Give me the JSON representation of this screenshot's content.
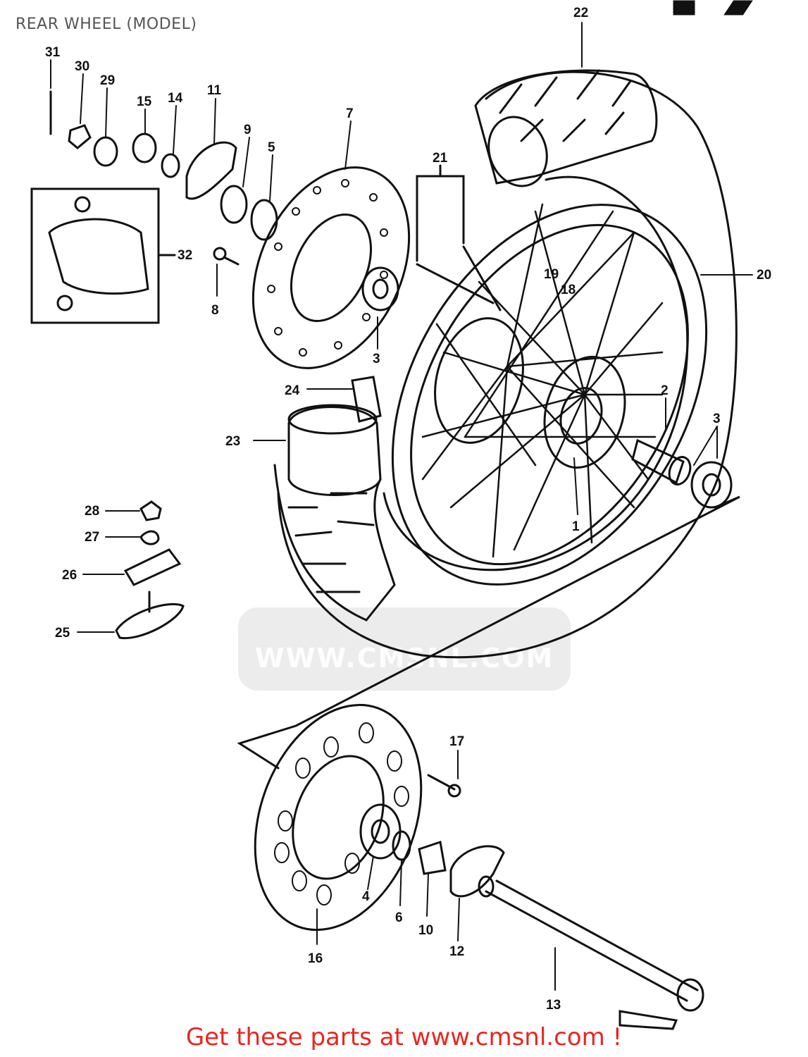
{
  "title": "REAR WHEEL (MODEL)",
  "footer": {
    "cta": "Get these parts at www.cmsnl.com !"
  },
  "watermark": "WWW.CMSNL.COM",
  "callouts": [
    "1",
    "2",
    "3",
    "3",
    "4",
    "5",
    "6",
    "7",
    "8",
    "9",
    "10",
    "11",
    "12",
    "13",
    "14",
    "15",
    "16",
    "17",
    "18",
    "19",
    "20",
    "21",
    "22",
    "23",
    "24",
    "25",
    "26",
    "27",
    "28",
    "29",
    "30",
    "31",
    "32"
  ],
  "colors": {
    "line": "#111111",
    "cta": "#e8261f",
    "title": "#555555"
  }
}
